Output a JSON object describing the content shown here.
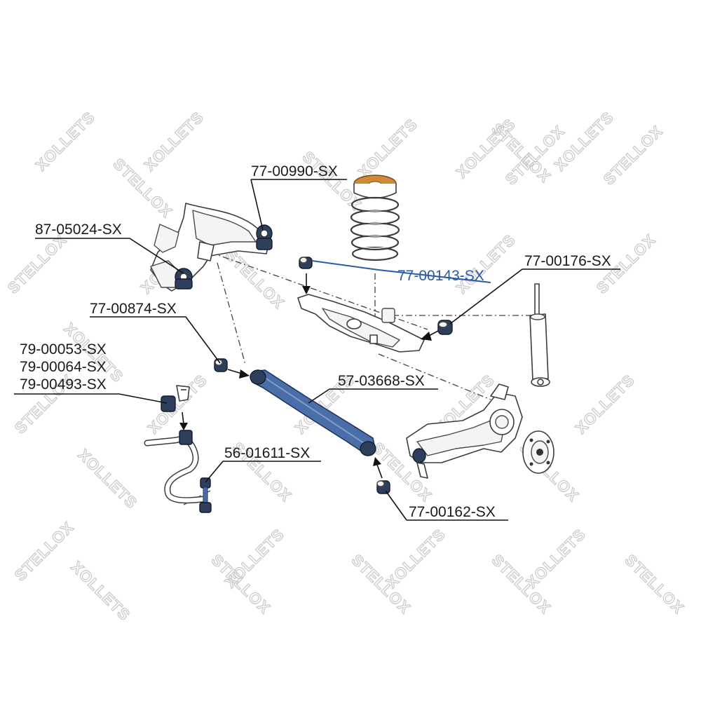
{
  "watermark": {
    "brand": "STELLOX",
    "mirrored": "XOLLETS"
  },
  "callouts": {
    "spring_pad": "77-00990-SX",
    "subframe_bushing": "87-05024-SX",
    "upper_arm_bushing": "77-00143-SX",
    "outer_arm_bushing": "77-00176-SX",
    "inner_trailing_bushing": "77-00874-SX",
    "stabilizer_bushing_1": "79-00053-SX",
    "stabilizer_bushing_2": "79-00064-SX",
    "stabilizer_bushing_3": "79-00493-SX",
    "control_arm": "57-03668-SX",
    "stabilizer_link": "56-01611-SX",
    "rear_knuckle_bushing": "77-00162-SX"
  },
  "colors": {
    "highlight_part": "#4a6fa8",
    "bushing": "#2e3f5c",
    "spring_pad": "#d08a3a",
    "highlight_label": "#2a5aa8",
    "watermark": "#c8c8c8"
  }
}
